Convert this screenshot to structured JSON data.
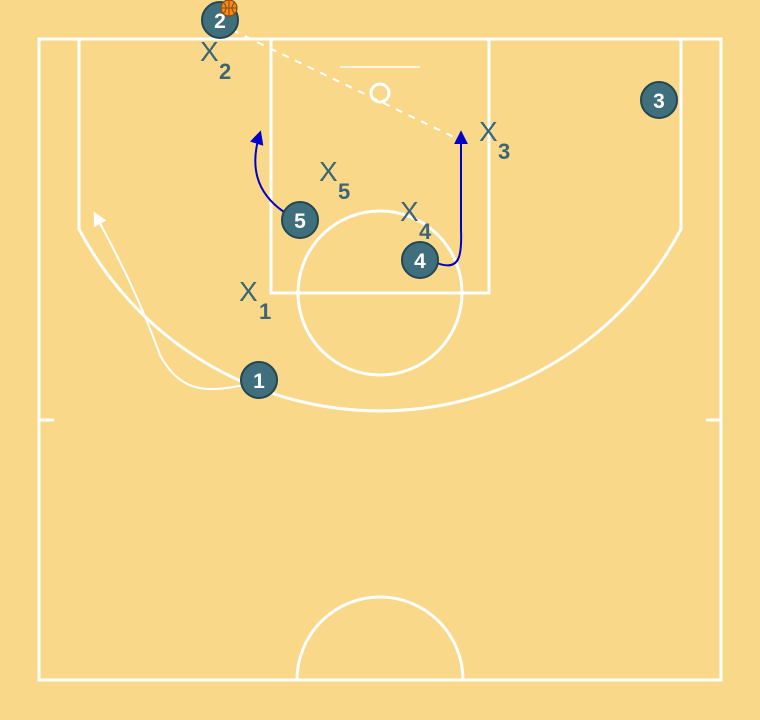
{
  "colors": {
    "court": "#fad889",
    "lines": "#ffffff",
    "player_fill": "#3f6e7c",
    "player_stroke": "#234650",
    "defender_text": "#3c6675",
    "cut_arrow": "#0000c8",
    "pass_line": "#ffffff",
    "ball": "#f08a1c"
  },
  "offense": [
    {
      "number": "1"
    },
    {
      "number": "2",
      "has_ball": true
    },
    {
      "number": "3"
    },
    {
      "number": "4"
    },
    {
      "number": "5"
    }
  ],
  "defense": [
    {
      "letter": "X",
      "number": "1"
    },
    {
      "letter": "X",
      "number": "2"
    },
    {
      "letter": "X",
      "number": "3"
    },
    {
      "letter": "X",
      "number": "4"
    },
    {
      "letter": "X",
      "number": "5"
    }
  ],
  "icons": {
    "ball": "basketball-icon",
    "arrowhead": "arrowhead-icon"
  }
}
